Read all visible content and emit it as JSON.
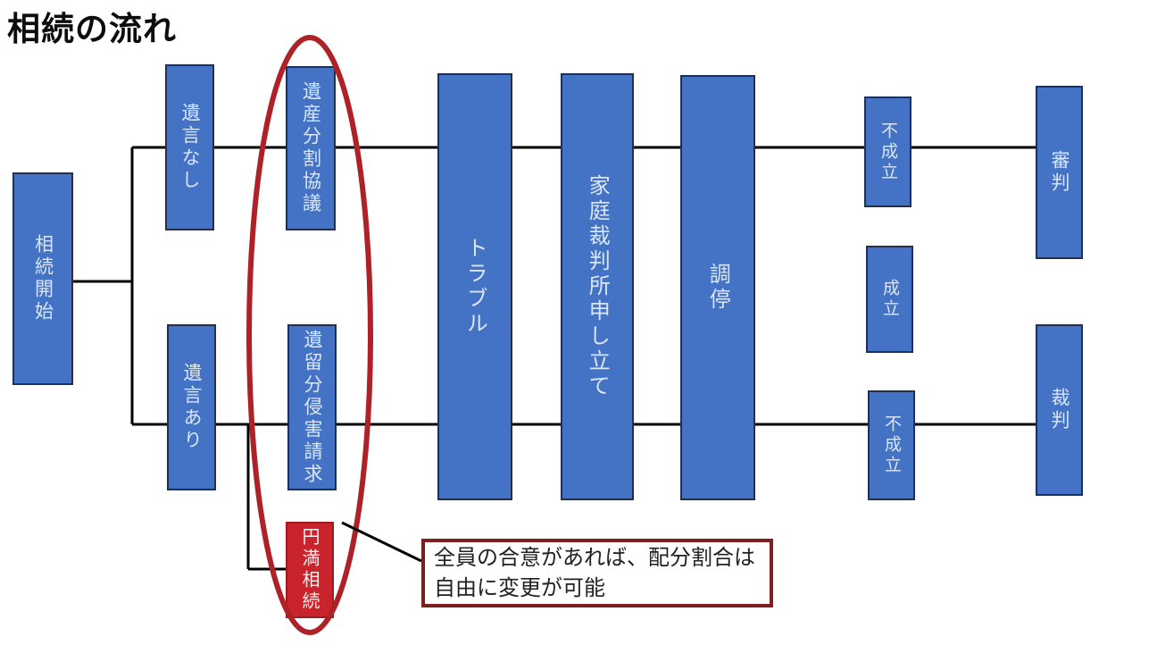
{
  "title": "相続の流れ",
  "nodes": [
    {
      "id": "sozoku-kaishi",
      "label": "相続開始"
    },
    {
      "id": "yuigon-nashi",
      "label": "遺言なし"
    },
    {
      "id": "isan-bunkatsu-kyogi",
      "label": "遺産分割協議"
    },
    {
      "id": "yuigon-ari",
      "label": "遺言あり"
    },
    {
      "id": "iryubun-shingai-seikyu",
      "label": "遺留分侵害請求"
    },
    {
      "id": "trouble",
      "label": "トラブル"
    },
    {
      "id": "katei-saibansho",
      "label": "家庭裁判所申し立て"
    },
    {
      "id": "chotei",
      "label": "調停"
    },
    {
      "id": "fuseiritsu-top",
      "label": "不成立"
    },
    {
      "id": "seiritsu",
      "label": "成立"
    },
    {
      "id": "fuseiritsu-bottom",
      "label": "不成立"
    },
    {
      "id": "shinpan",
      "label": "審判"
    },
    {
      "id": "saiban",
      "label": "裁判"
    },
    {
      "id": "enman-sozoku",
      "label": "円満相続"
    }
  ],
  "callout": {
    "text": "全員の合意があれば、配分割合は自由に変更が可能"
  },
  "colors": {
    "node-fill": "#4472C4",
    "node-border": "#1f3050",
    "node-text": "#d9e6f6",
    "red-fill": "#c9242c",
    "ellipse-stroke": "#ae2126",
    "callout-border": "#7e1f1f",
    "line-color": "#000000"
  }
}
